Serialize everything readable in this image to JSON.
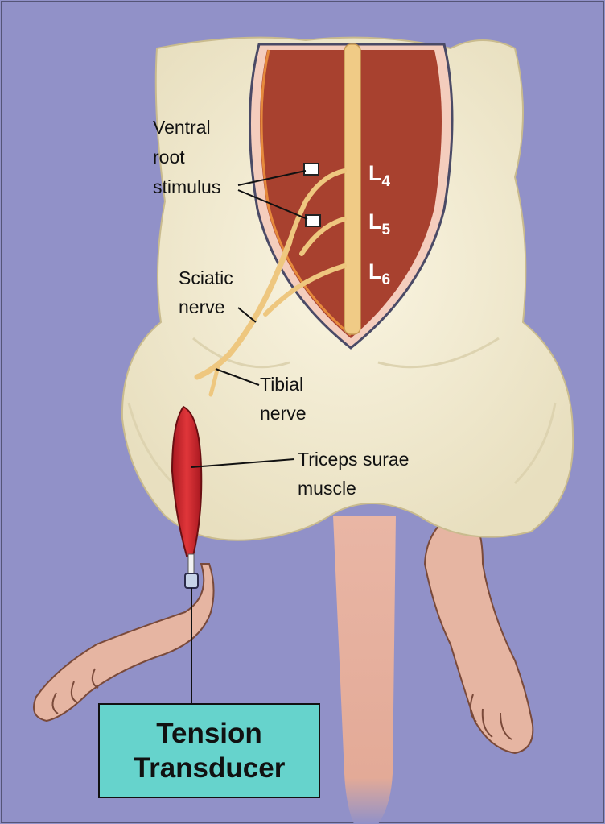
{
  "colors": {
    "background": "#9191c8",
    "fur": "#f3ecd2",
    "fur_shadow": "#ddd3b0",
    "spinal_cavity": "#a8412f",
    "spinal_cord": "#f0cb86",
    "nerve": "#eec77f",
    "muscle": "#c8242a",
    "skin": "#e6b5a2",
    "transducer_box": "#66d3cc",
    "label_text": "#111111",
    "level_text": "#ffffff"
  },
  "labels": {
    "ventral_line1": "Ventral",
    "ventral_line2": "root",
    "ventral_line3": "stimulus",
    "sciatic_line1": "Sciatic",
    "sciatic_line2": "nerve",
    "tibial_line1": "Tibial",
    "tibial_line2": "nerve",
    "triceps_line1": "Triceps surae",
    "triceps_line2": "muscle"
  },
  "spinal_levels": [
    {
      "letter": "L",
      "sub": "4"
    },
    {
      "letter": "L",
      "sub": "5"
    },
    {
      "letter": "L",
      "sub": "6"
    }
  ],
  "transducer": {
    "line1": "Tension",
    "line2": "Transducer"
  }
}
